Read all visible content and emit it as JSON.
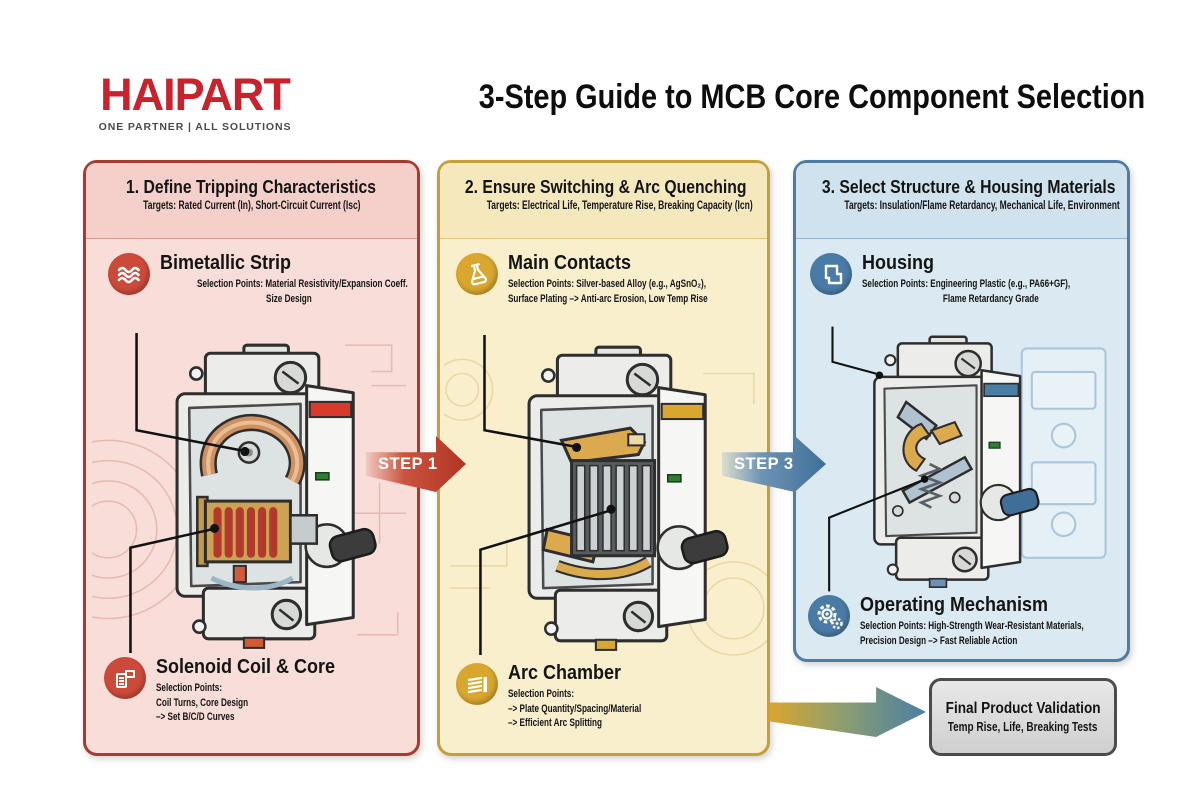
{
  "header": {
    "brand": "HAIPART",
    "tagline": "ONE PARTNER | ALL SOLUTIONS",
    "title": "3-Step Guide to MCB Core Component Selection"
  },
  "palette": {
    "brand_red": "#c8232c",
    "step1_accent": "#b23a2c",
    "step2_accent": "#c69f3b",
    "step3_accent": "#4e7ca3",
    "step1_bg": "#f8ddd8",
    "step2_bg": "#f9efcd",
    "step3_bg": "#dbe9f3",
    "led_green": "#2e7d32",
    "copper": "#cf9061",
    "brass": "#dcaa4e",
    "validation_bg": "#dcdcdc"
  },
  "steps": [
    {
      "title": "1. Define Tripping Characteristics",
      "targets": "Targets: Rated Current (In), Short-Circuit Current (Isc)",
      "components": [
        {
          "icon": "wave-icon",
          "name": "Bimetallic Strip",
          "points": [
            "Selection Points: Material Resistivity/Expansion Coeff.",
            "Size Design"
          ]
        },
        {
          "icon": "solenoid-coil-icon",
          "name": "Solenoid Coil & Core",
          "points": [
            "Selection Points:",
            "Coil Turns, Core Design",
            "–> Set B/C/D Curves"
          ]
        }
      ]
    },
    {
      "title": "2. Ensure Switching & Arc Quenching",
      "targets": "Targets: Electrical Life, Temperature Rise, Breaking Capacity (Icn)",
      "components": [
        {
          "icon": "contacts-flask-icon",
          "name": "Main Contacts",
          "points": [
            "Selection Points: Silver-based Alloy (e.g., AgSnO₂),",
            "Surface Plating –> Anti-arc Erosion, Low Temp Rise"
          ]
        },
        {
          "icon": "arc-plates-icon",
          "name": "Arc Chamber",
          "points": [
            "Selection Points:",
            "–> Plate Quantity/Spacing/Material",
            "–> Efficient Arc Splitting"
          ]
        }
      ]
    },
    {
      "title": "3. Select Structure & Housing Materials",
      "targets": "Targets: Insulation/Flame Retardancy, Mechanical Life, Environment",
      "components": [
        {
          "icon": "housing-icon",
          "name": "Housing",
          "points": [
            "Selection Points: Engineering Plastic (e.g., PA66+GF),",
            "Flame Retardancy Grade"
          ]
        },
        {
          "icon": "gears-icon",
          "name": "Operating Mechanism",
          "points": [
            "Selection Points: High-Strength Wear-Resistant Materials,",
            "Precision Design –> Fast Reliable Action"
          ]
        }
      ]
    }
  ],
  "flow": {
    "arrow1_label": "STEP 1",
    "arrow2_label": "STEP 3"
  },
  "validation": {
    "title": "Final Product Validation",
    "subtitle": "Temp Rise, Life, Breaking Tests"
  }
}
